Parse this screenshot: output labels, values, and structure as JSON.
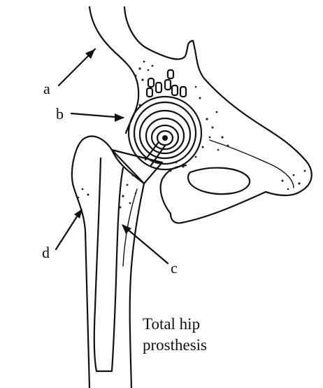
{
  "labels": {
    "a": "a",
    "b": "b",
    "c": "c",
    "d": "d"
  },
  "caption": {
    "line1": "Total hip",
    "line2": "prosthesis"
  }
}
